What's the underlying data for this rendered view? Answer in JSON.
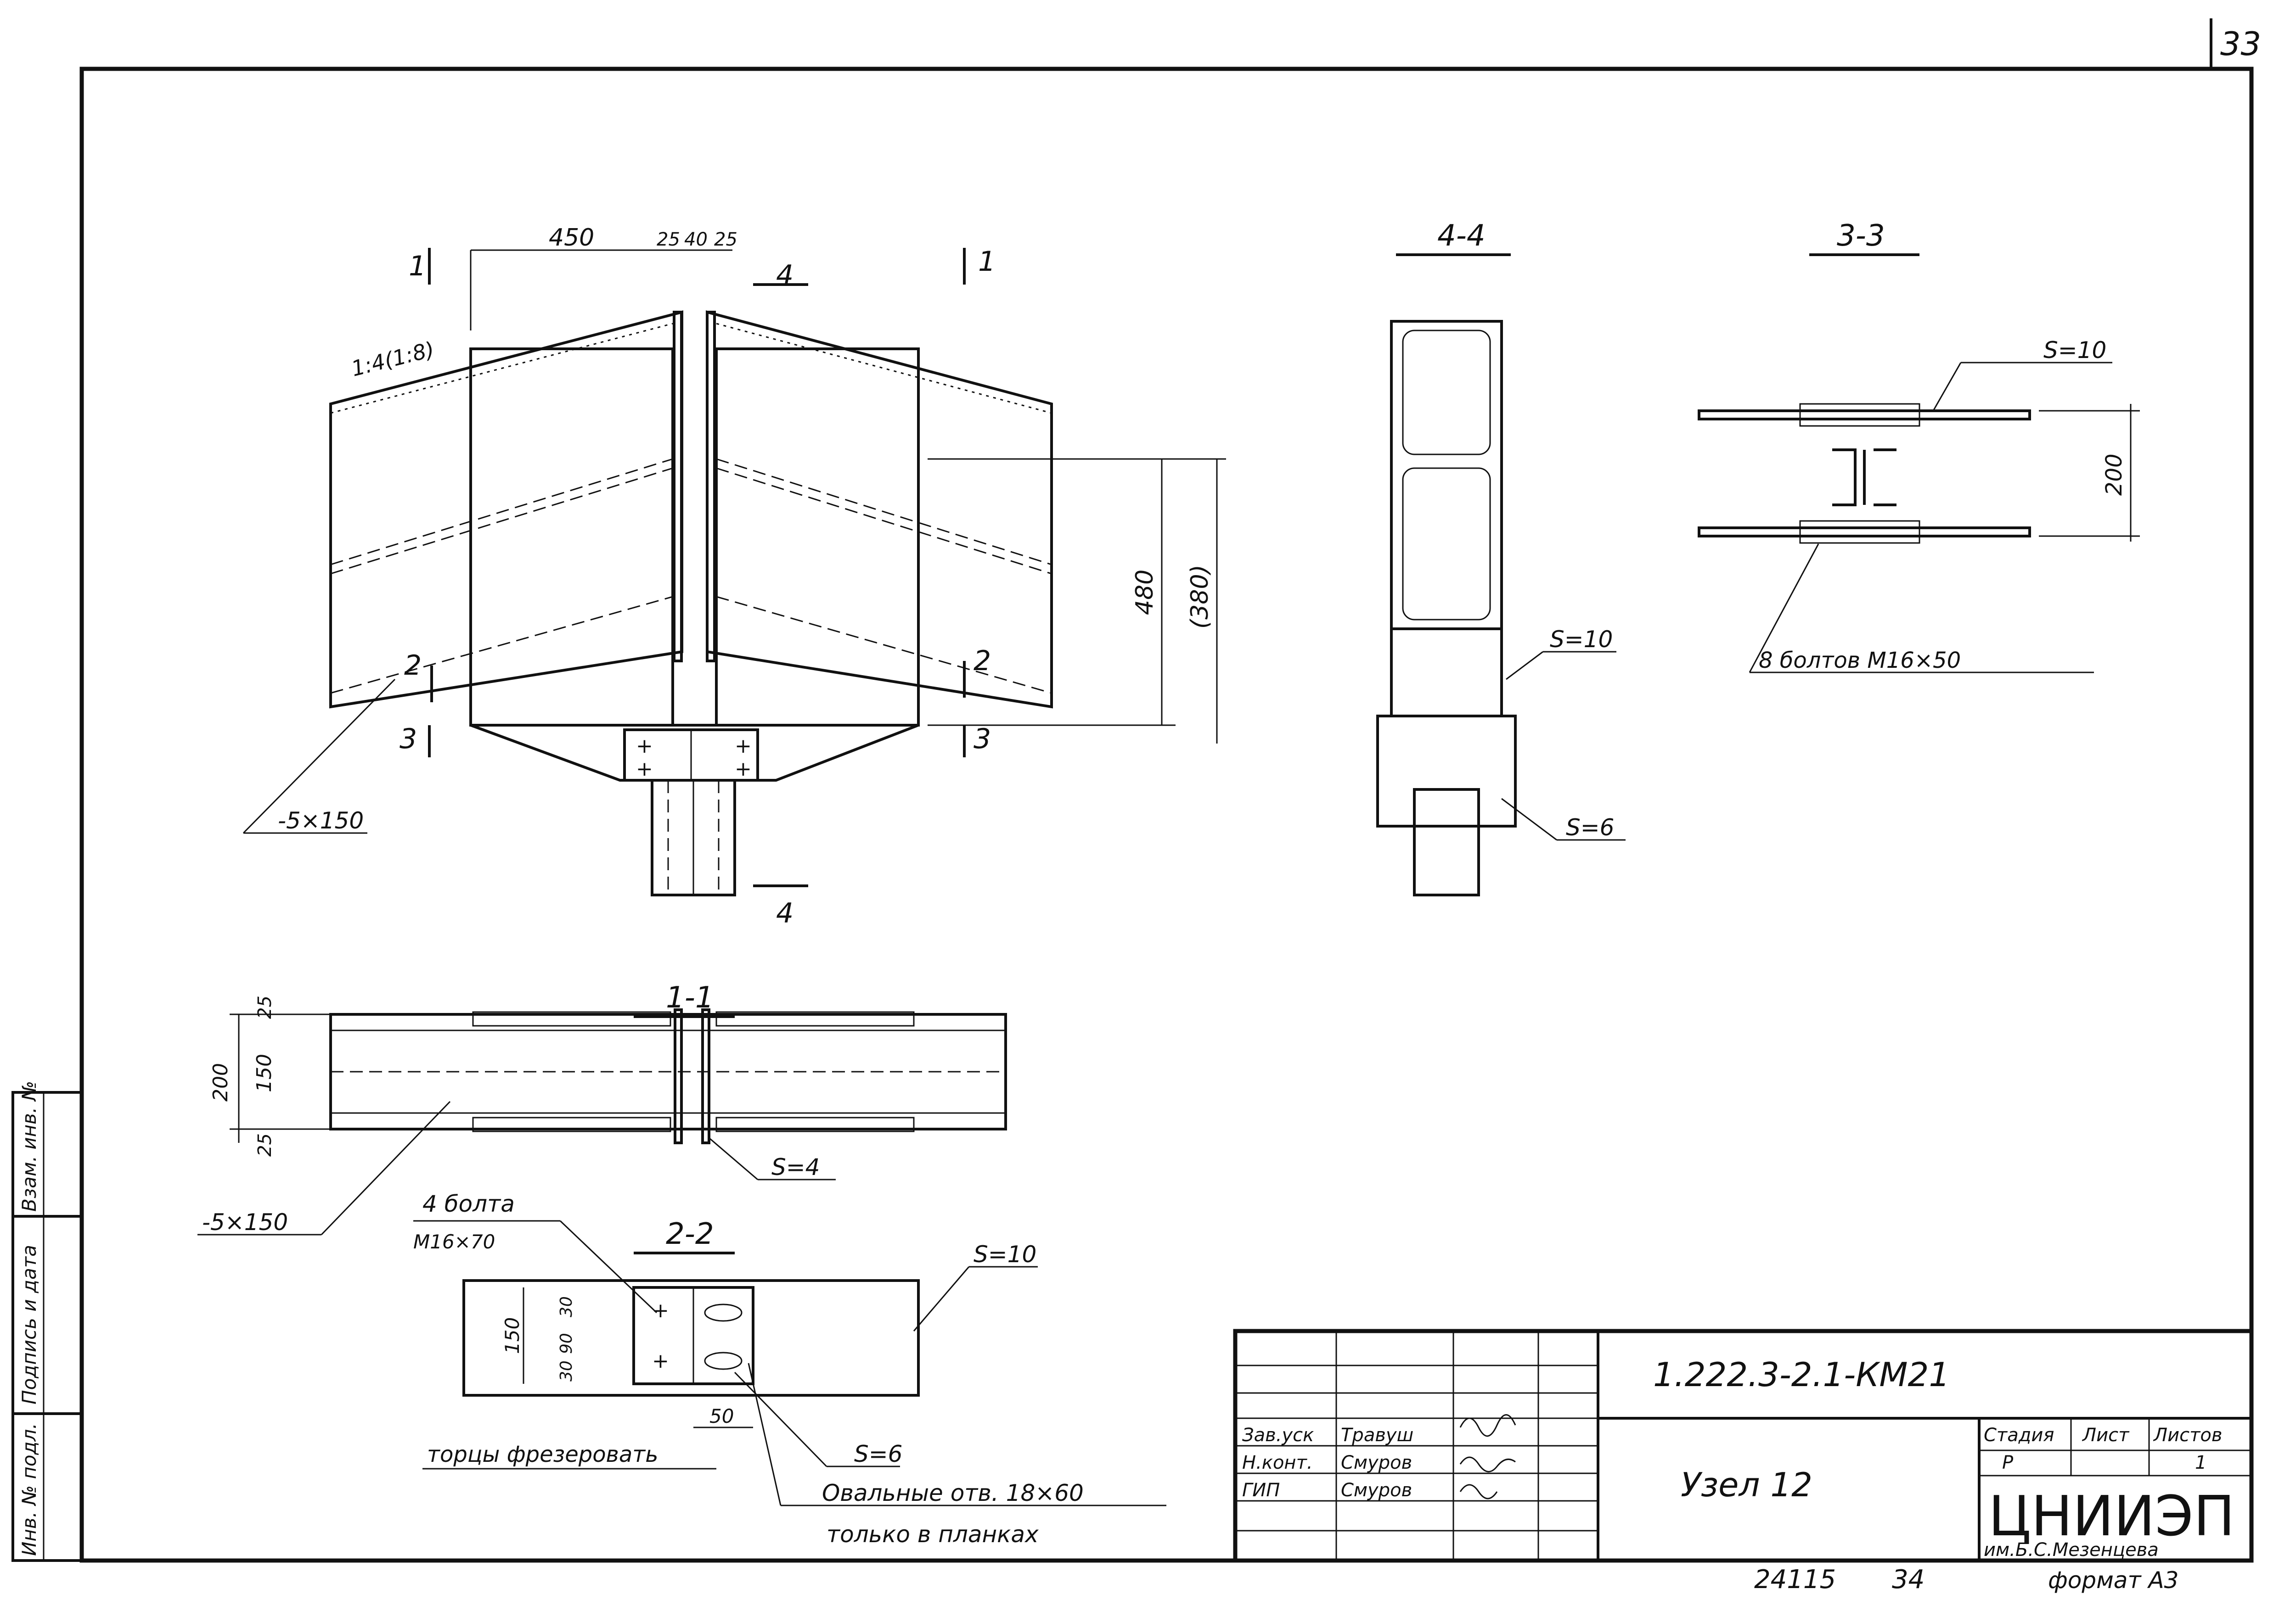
{
  "sheet": {
    "page_number": "33",
    "doc_code": "1.222.3-2.1-КМ21",
    "title": "Узел 12",
    "organization": "ЦНИИЭП",
    "organization_sub": "им.Б.С.Мезенцева",
    "bottom_numbers": [
      "24115",
      "34"
    ],
    "format": "формат А3"
  },
  "stamp": {
    "headers": [
      "Стадия",
      "Лист",
      "Листов"
    ],
    "values": [
      "Р",
      "",
      "1"
    ],
    "rows": [
      {
        "role": "Зав.уск",
        "name": "Травуш"
      },
      {
        "role": "Н.конт.",
        "name": "Смуров"
      },
      {
        "role": "ГИП",
        "name": "Смуров"
      }
    ]
  },
  "side_strip": [
    "Инв. № подл.",
    "Подпись и дата",
    "Взам. инв. №"
  ],
  "main_view": {
    "dims_top": [
      "450",
      "25",
      "40",
      "25"
    ],
    "slope": "1:4(1:8)",
    "dim_480": "480",
    "dim_380": "(380)",
    "plate_label": "-5×150",
    "section_marks": [
      "1",
      "1",
      "2",
      "2",
      "3",
      "3",
      "4",
      "4"
    ]
  },
  "sec_4_4": {
    "title": "4-4",
    "labels": [
      "S=10",
      "S=6"
    ]
  },
  "sec_3_3": {
    "title": "3-3",
    "labels": [
      "S=10",
      "200",
      "8 болтов М16×50"
    ]
  },
  "sec_1_1": {
    "title": "1-1",
    "dims": [
      "200",
      "25",
      "150",
      "25"
    ],
    "labels": [
      "S=4",
      "-5×150"
    ]
  },
  "sec_2_2": {
    "title": "2-2",
    "bolts": "4 болта",
    "bolts_size": "М16×70",
    "dims": [
      "150",
      "30",
      "90",
      "30",
      "50"
    ],
    "labels": [
      "S=10",
      "S=6"
    ],
    "note_face": "торцы фрезеровать",
    "note_holes": "Овальные отв. 18×60",
    "note_plates": "только в планках"
  }
}
